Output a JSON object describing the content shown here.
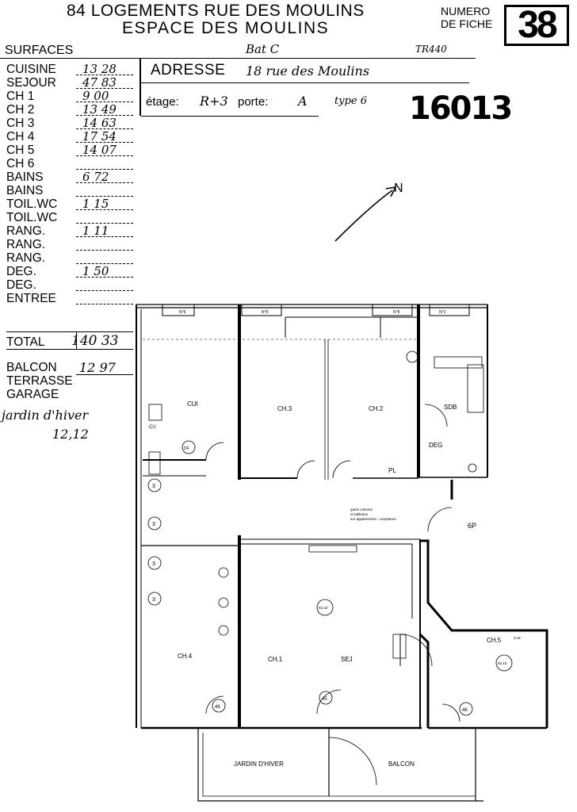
{
  "header": {
    "title_line1": "84 LOGEMENTS RUE DES MOULINS",
    "title_line2": "ESPACE DES MOULINS",
    "fiche_label_line1": "NUMERO",
    "fiche_label_line2": "DE FICHE",
    "fiche_number": "38",
    "bat": "Bat C",
    "ref": "TR440"
  },
  "address": {
    "label": "ADRESSE",
    "value": "18 rue des Moulins",
    "etage_label": "étage:",
    "etage_value": "R+3",
    "porte_label": "porte:",
    "porte_value": "A",
    "type_value": "type 6",
    "code": "16013"
  },
  "surfaces": {
    "title": "SURFACES",
    "rows": [
      {
        "label": "CUISINE",
        "value": "13 28"
      },
      {
        "label": "SEJOUR",
        "value": "47 83"
      },
      {
        "label": "CH 1",
        "value": "9 00"
      },
      {
        "label": "CH 2",
        "value": "13 49"
      },
      {
        "label": "CH 3",
        "value": "14 63"
      },
      {
        "label": "CH 4",
        "value": "17 54"
      },
      {
        "label": "CH 5",
        "value": "14 07"
      },
      {
        "label": "CH 6",
        "value": ""
      },
      {
        "label": "BAINS",
        "value": "6 72"
      },
      {
        "label": "BAINS",
        "value": ""
      },
      {
        "label": "TOIL.WC",
        "value": "1 15"
      },
      {
        "label": "TOIL.WC",
        "value": ""
      },
      {
        "label": "RANG.",
        "value": "1 11"
      },
      {
        "label": "RANG.",
        "value": ""
      },
      {
        "label": "RANG.",
        "value": ""
      },
      {
        "label": "DEG.",
        "value": "1 50"
      },
      {
        "label": "DEG.",
        "value": ""
      },
      {
        "label": "ENTREE",
        "value": ""
      }
    ],
    "total_label": "TOTAL",
    "total_value": "140 33",
    "balcon_label": "BALCON",
    "balcon_value": "12 97",
    "terrasse_label": "TERRASSE",
    "garage_label": "GARAGE",
    "jardin_label": "jardin d'hiver",
    "jardin_value": "12,12"
  },
  "plan": {
    "north": "N",
    "rooms": {
      "cui": "CUI",
      "ch3": "CH.3",
      "ch2": "CH.2",
      "sdb": "SDB",
      "deg": "DEG",
      "pl": "PL",
      "ch4": "CH.4",
      "ch1": "CH.1",
      "sej": "SEJ",
      "ch5": "CH.5",
      "jardin": "JARDIN D'HIVER",
      "balcon": "BALCON",
      "cu": "CU",
      "df": "DF"
    },
    "door_marker": "6P",
    "note_lines": [
      "gaine colonne",
      "et tableaux",
      "sur appartement - compteurs"
    ],
    "fixtures": {
      "n6": "N°6",
      "n8a": "N°8",
      "n8b": "N°8",
      "n2": "N°2",
      "c3a": "3",
      "c3b": "3",
      "c3c": "3",
      "c3d": "3",
      "c46a": "46",
      "c46b": "46",
      "c45": "45",
      "sej_ref": "93.10",
      "ch5_ref": "93.10",
      "ch5_tag": "S.W."
    }
  }
}
